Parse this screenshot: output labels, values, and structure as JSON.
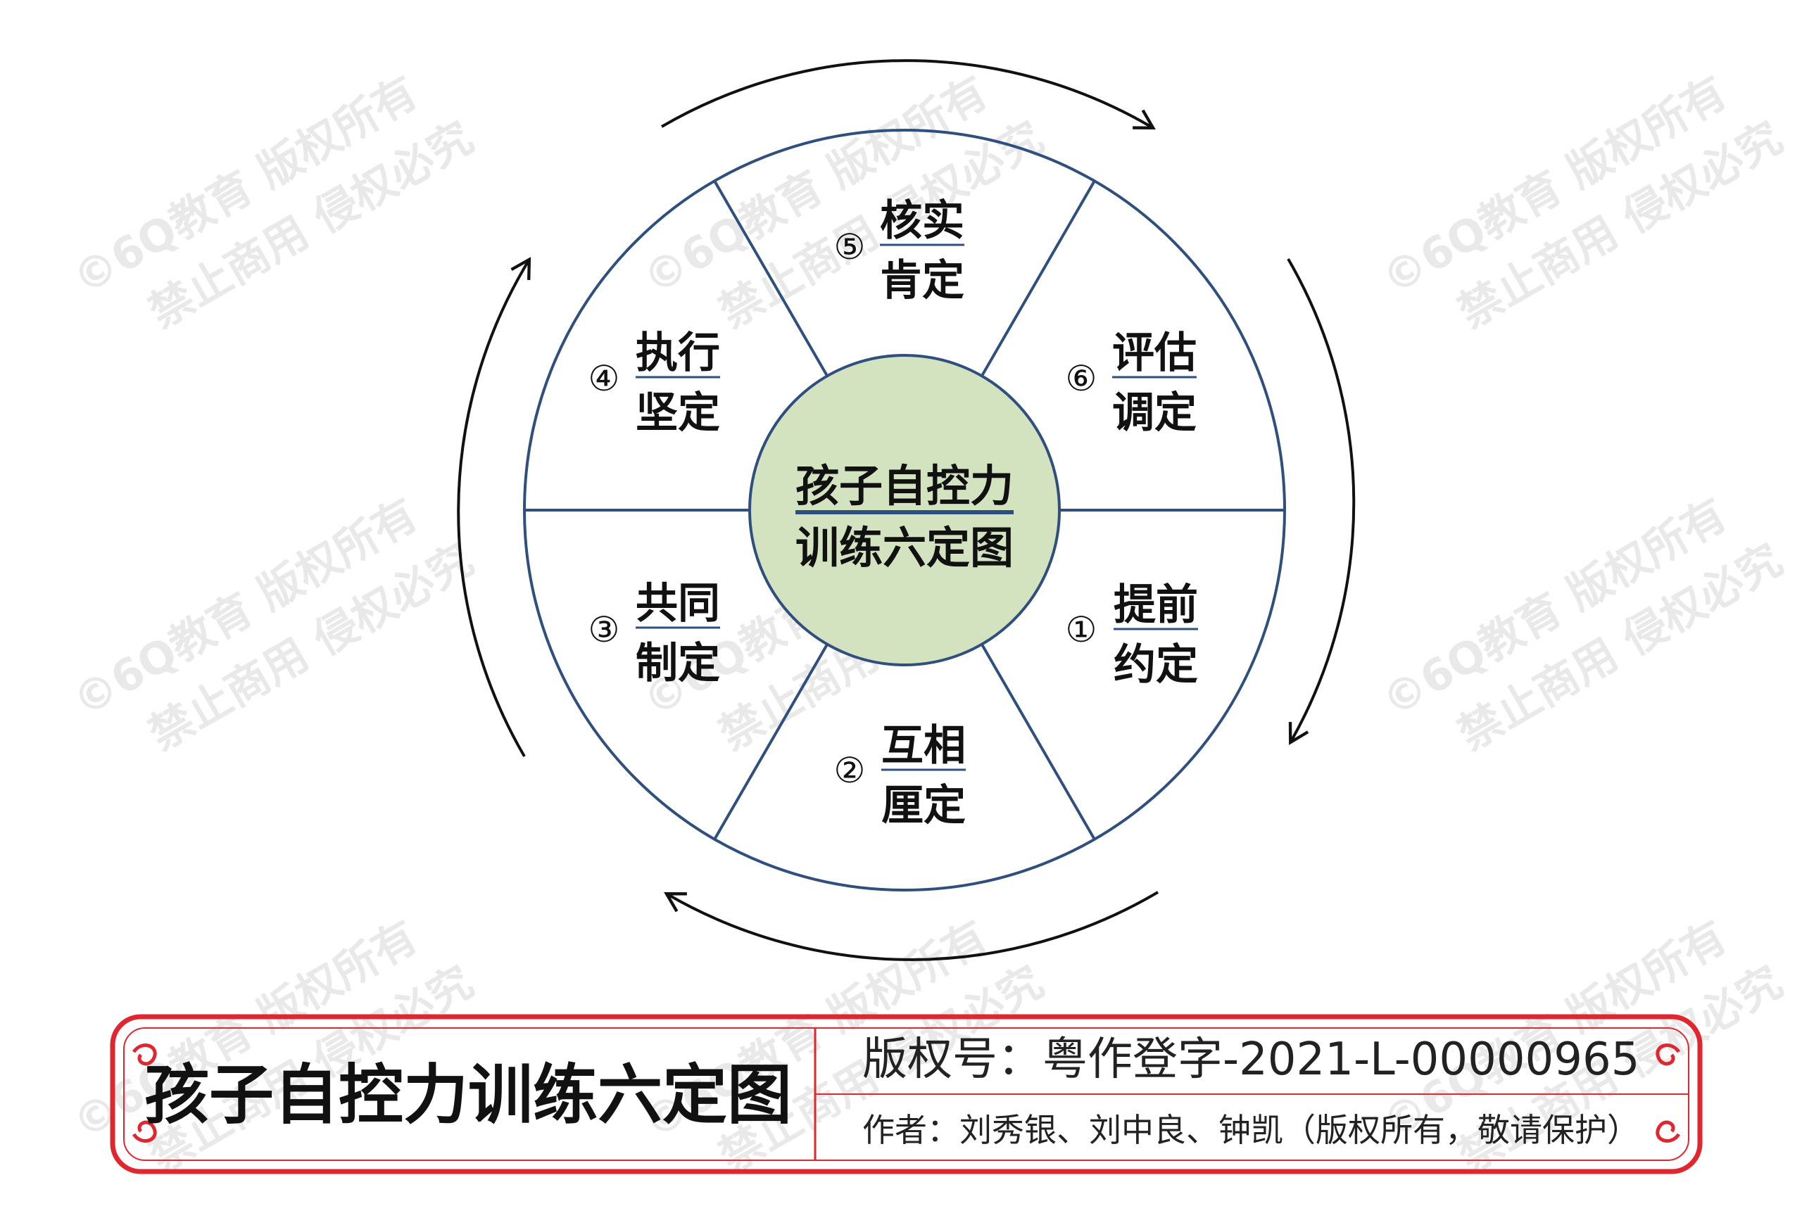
{
  "diagram": {
    "center": {
      "line1": "孩子自控力",
      "line2": "训练六定图"
    },
    "segments": [
      {
        "num": "①",
        "top": "提前",
        "bottom": "约定"
      },
      {
        "num": "②",
        "top": "互相",
        "bottom": "厘定"
      },
      {
        "num": "③",
        "top": "共同",
        "bottom": "制定"
      },
      {
        "num": "④",
        "top": "执行",
        "bottom": "坚定"
      },
      {
        "num": "⑤",
        "top": "核实",
        "bottom": "肯定"
      },
      {
        "num": "⑥",
        "top": "评估",
        "bottom": "调定"
      }
    ]
  },
  "footer": {
    "title": "孩子自控力训练六定图",
    "registration": "版权号：粤作登字-2021-L-00000965",
    "authors": "作者：刘秀银、刘中良、钟凯（版权所有，敬请保护）"
  },
  "watermark": {
    "line1": "©6Q教育  版权所有",
    "line2": "禁止商用  侵权必究"
  },
  "colors": {
    "ring": "#2f4f7f",
    "center_fill": "#d3e3c0",
    "frame_red": "#e0262f",
    "text": "#111111"
  }
}
